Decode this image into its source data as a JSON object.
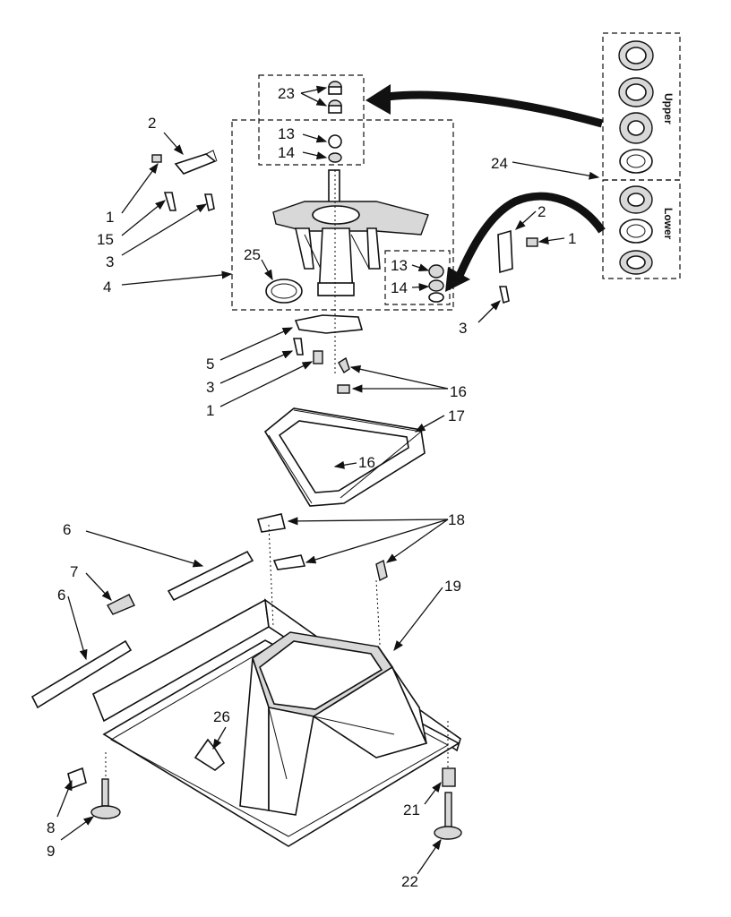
{
  "callouts": {
    "n1a": "1",
    "n1b": "1",
    "n1c": "1",
    "n2a": "2",
    "n2b": "2",
    "n3a": "3",
    "n3b": "3",
    "n3c": "3",
    "n4": "4",
    "n5": "5",
    "n6a": "6",
    "n6b": "6",
    "n7": "7",
    "n8": "8",
    "n9": "9",
    "n13a": "13",
    "n13b": "13",
    "n14a": "14",
    "n14b": "14",
    "n15": "15",
    "n16a": "16",
    "n16b": "16",
    "n17": "17",
    "n18": "18",
    "n19": "19",
    "n21": "21",
    "n22": "22",
    "n23": "23",
    "n24": "24",
    "n25": "25",
    "n26": "26"
  },
  "bearing_labels": {
    "upper": "Upper",
    "lower": "Lower"
  }
}
